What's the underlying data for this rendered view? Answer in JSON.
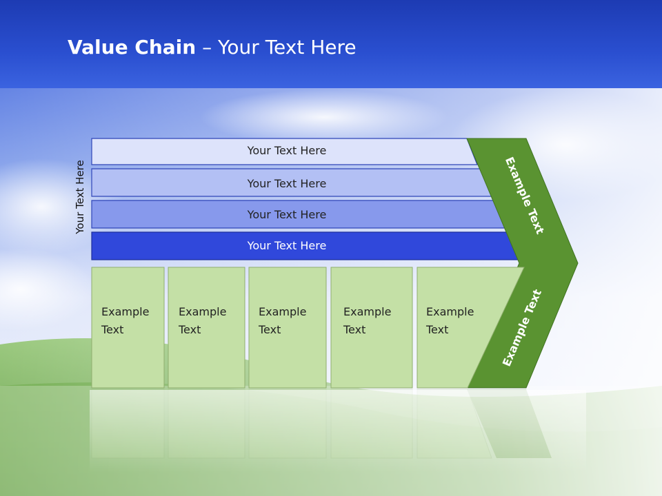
{
  "title": {
    "bold": "Value Chain",
    "rest": " – Your Text Here"
  },
  "side_label": "Your Text Here",
  "bands": [
    {
      "label": "Your Text Here",
      "color": "#dde3fb"
    },
    {
      "label": "Your Text Here",
      "color": "#b3c0f4"
    },
    {
      "label": "Your Text Here",
      "color": "#8799ec"
    },
    {
      "label": "Your Text Here",
      "color": "#3048db"
    }
  ],
  "activities": [
    {
      "line1": "Example",
      "line2": "Text"
    },
    {
      "line1": "Example",
      "line2": "Text"
    },
    {
      "line1": "Example",
      "line2": "Text"
    },
    {
      "line1": "Example",
      "line2": "Text"
    },
    {
      "line1": "Example",
      "line2": "Text"
    }
  ],
  "chevron": {
    "upper_label": "Example Text",
    "lower_label": "Example Text",
    "color": "#5a9331"
  },
  "colors": {
    "header": "#1d3bb3",
    "activity_fill": "#c4e0a6",
    "activity_stroke": "#8fae6e"
  }
}
